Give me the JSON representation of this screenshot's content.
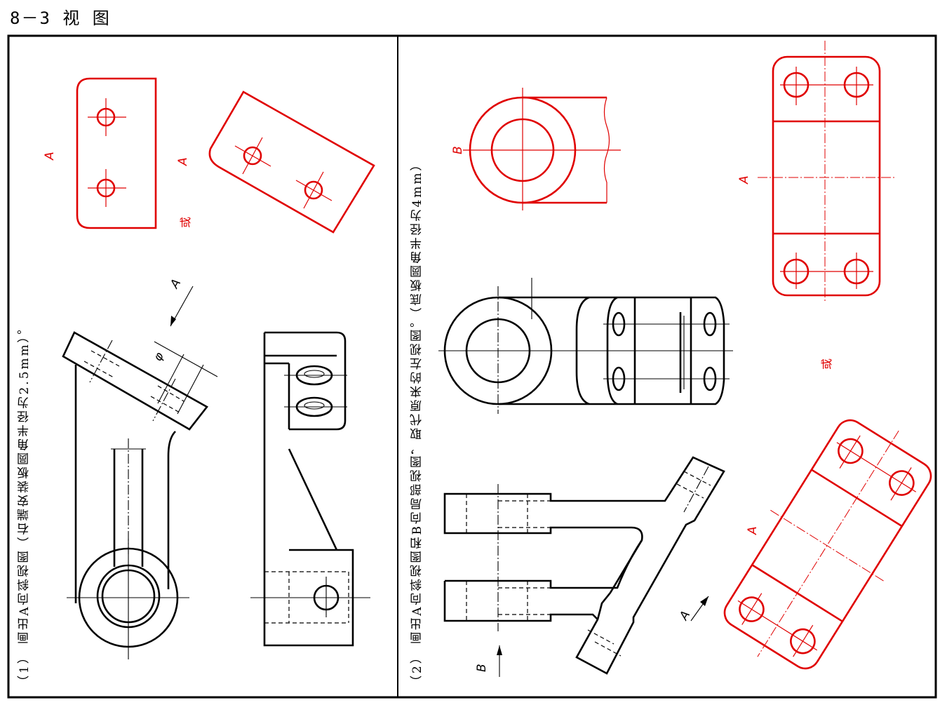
{
  "header": {
    "title": "8－3  视 图"
  },
  "panel1": {
    "caption": "（1） 画出A向斜视图（右端安装板圆角半径为2.5mm）。",
    "label_a1": "A",
    "label_a2": "A",
    "label_a3": "A",
    "label_or": "或",
    "label_phi": "φ"
  },
  "panel2": {
    "caption": "（2） 画出A向斜视图和B向局部视图，取代原来的左视图。（底板圆角半径为4mm）",
    "label_b1": "B",
    "label_b2": "B",
    "label_a1": "A",
    "label_a2": "A",
    "label_a3": "A",
    "label_or": "或"
  },
  "colors": {
    "answer": "#e00000",
    "drawing": "#000000"
  }
}
